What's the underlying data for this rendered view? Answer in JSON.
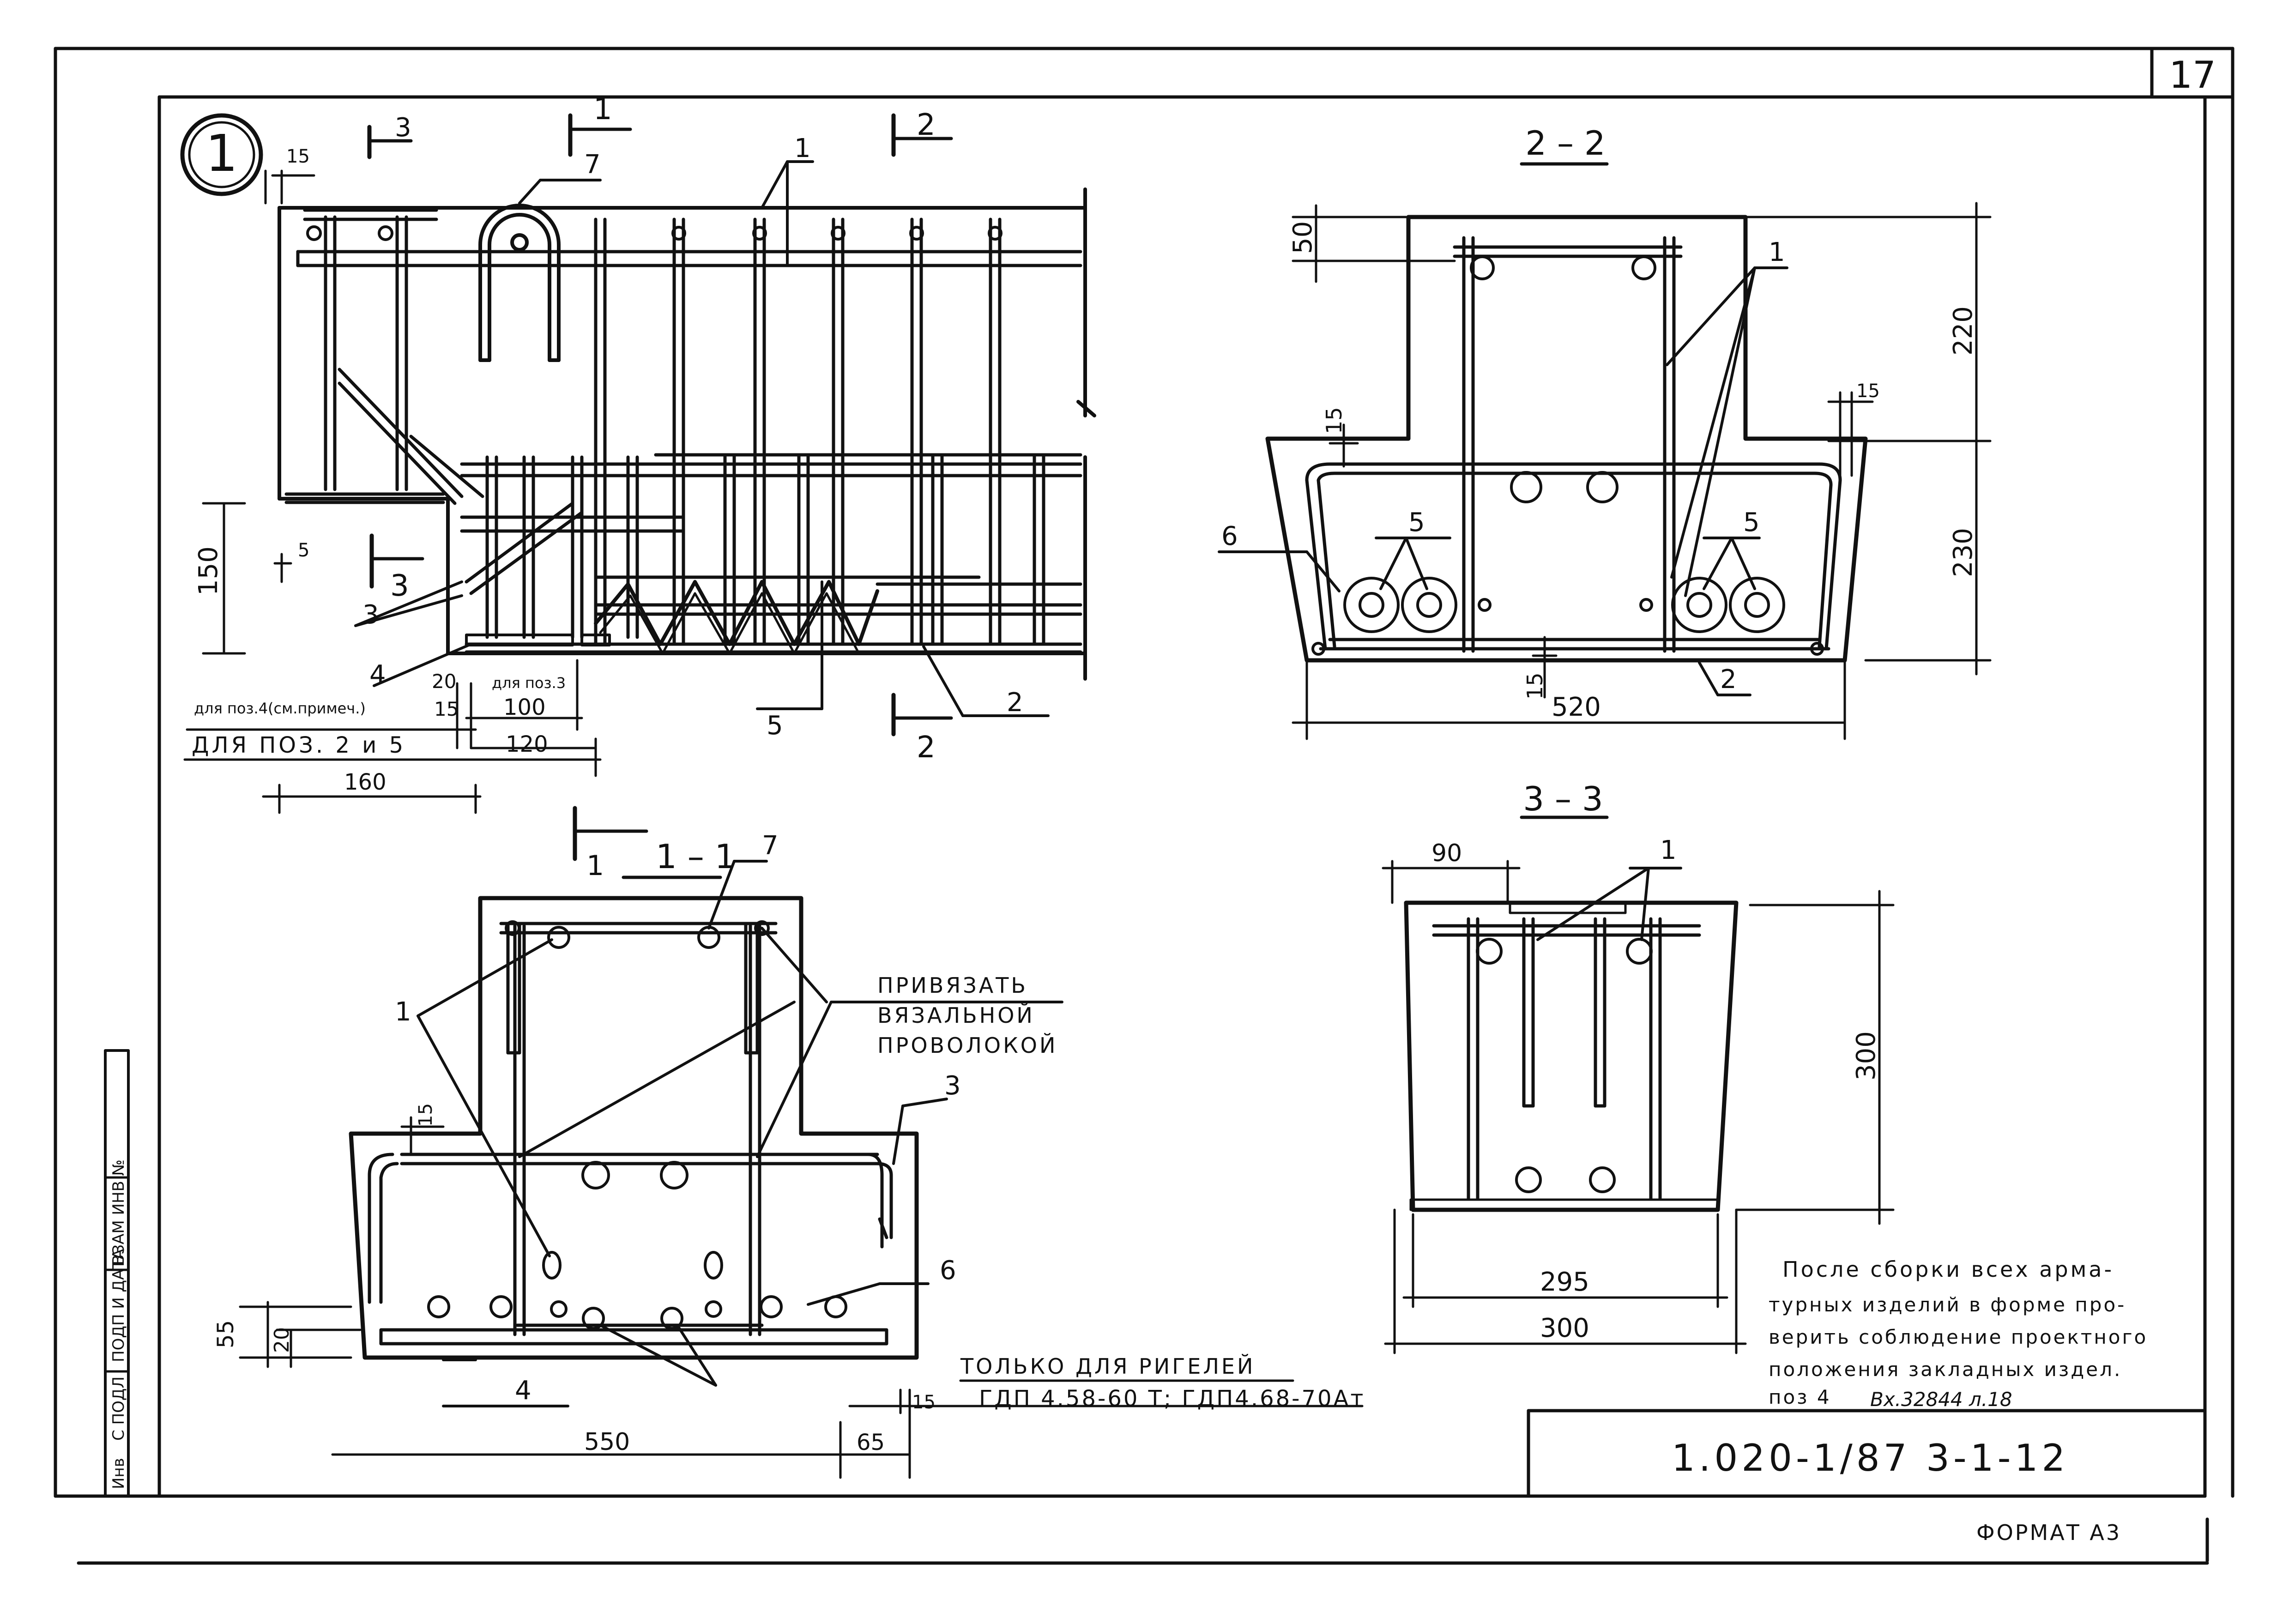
{
  "sheet": {
    "number": "17",
    "code": "1.020-1/87 3-1-12",
    "format": "ФОРМАТ А3"
  },
  "side_stamp": {
    "labels": [
      "Инв",
      "С ПОДЛ",
      "ПОДП И ДАТА",
      "ВЗАМ ИНВ №"
    ]
  },
  "main_view": {
    "node": "1",
    "section_marks": [
      "3",
      "1",
      "2",
      "3",
      "2"
    ],
    "positions": [
      "1",
      "7",
      "3",
      "4",
      "5",
      "2"
    ],
    "dims": {
      "d15": "15",
      "d5": "5",
      "d150": "150",
      "d20": "20",
      "d15b": "15",
      "d100": "100",
      "d120": "120",
      "d160": "160"
    },
    "notes": {
      "pos4": "для поз.4(см.примеч.)",
      "pos3": "для поз.3",
      "pos25": "ДЛЯ ПОЗ. 2 и 5"
    }
  },
  "section_22": {
    "title": "2 – 2",
    "positions": [
      "1",
      "5",
      "5",
      "6",
      "2"
    ],
    "dims": {
      "d50": "50",
      "d220": "220",
      "d15": "15",
      "d15b": "15",
      "d230": "230",
      "d15c": "15",
      "d520": "520"
    }
  },
  "section_11": {
    "title": "1 – 1",
    "mark": "1",
    "positions": [
      "7",
      "1",
      "3",
      "6",
      "4"
    ],
    "tie_note": [
      "ПРИВЯЗАТЬ",
      "ВЯЗАЛЬНОЙ",
      "ПРОВОЛОКОЙ"
    ],
    "dims": {
      "d15": "15",
      "d55": "55",
      "d20": "20",
      "d550": "550",
      "d65": "65",
      "d15b": "15"
    },
    "only_note_1": "ТОЛЬКО ДЛЯ  РИГЕЛЕЙ",
    "only_note_2": "ГДП 4.58-60  Т; ГДП4.68-70Ат"
  },
  "section_33": {
    "title": "3 – 3",
    "positions": [
      "1"
    ],
    "dims": {
      "d90": "90",
      "d300v": "300",
      "d295": "295",
      "d300": "300"
    }
  },
  "note": {
    "lines": [
      "После сборки всех арма-",
      "турных изделий в форме про-",
      "верить соблюдение проектного",
      "положения закладных издел.",
      "поз 4"
    ],
    "ref": "Вх.32844 л.18"
  }
}
